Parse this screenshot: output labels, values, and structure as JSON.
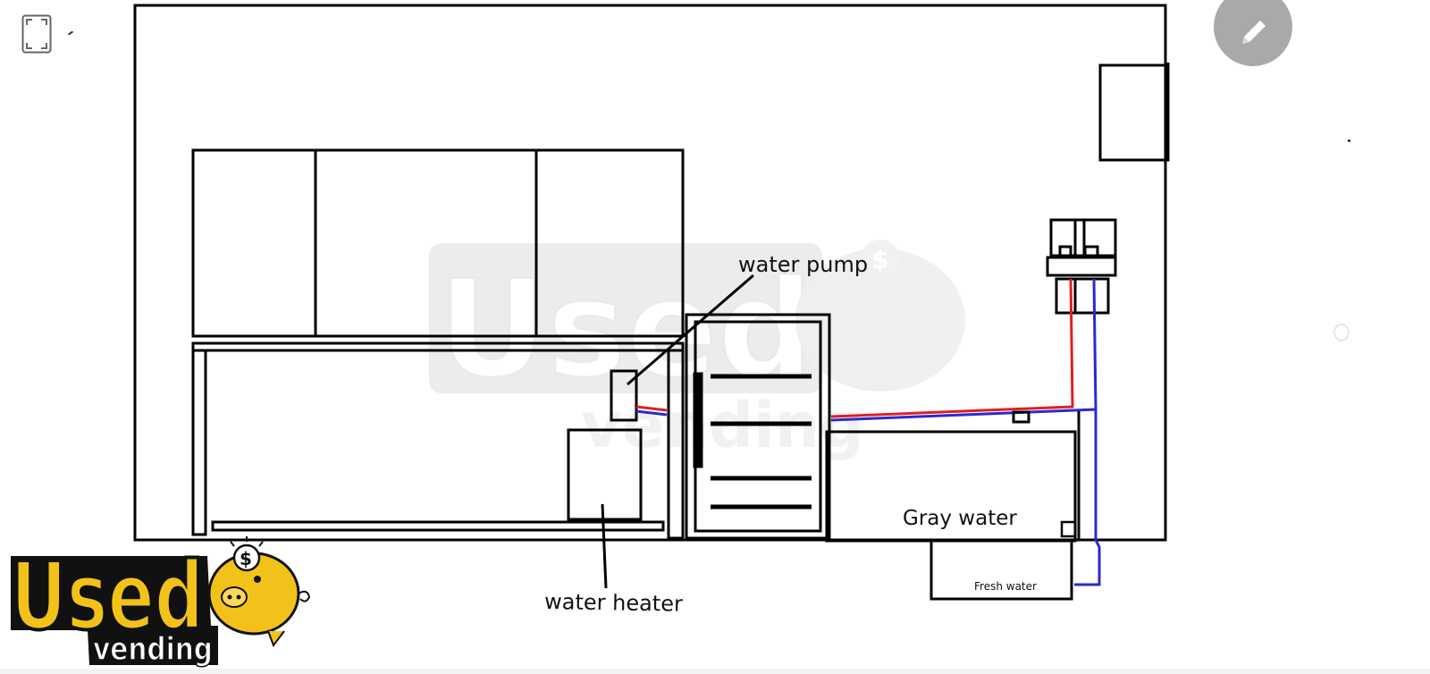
{
  "labels": {
    "water_pump": "water pump",
    "water_heater": "water heater",
    "gray_water": "Gray water",
    "fresh_water": "Fresh water"
  },
  "watermark": {
    "line1": "Used",
    "line2": "vending"
  },
  "logo": {
    "line1": "Used",
    "line2": "vending",
    "symbol": "$"
  },
  "colors": {
    "hot_line": "#e02020",
    "cold_line": "#2a2ad0",
    "outline": "#000000",
    "logo_yellow": "#f2c21a",
    "edit_button": "#a9a9a9"
  },
  "icons": {
    "fullscreen": "fullscreen-icon",
    "edit": "pencil-icon"
  }
}
